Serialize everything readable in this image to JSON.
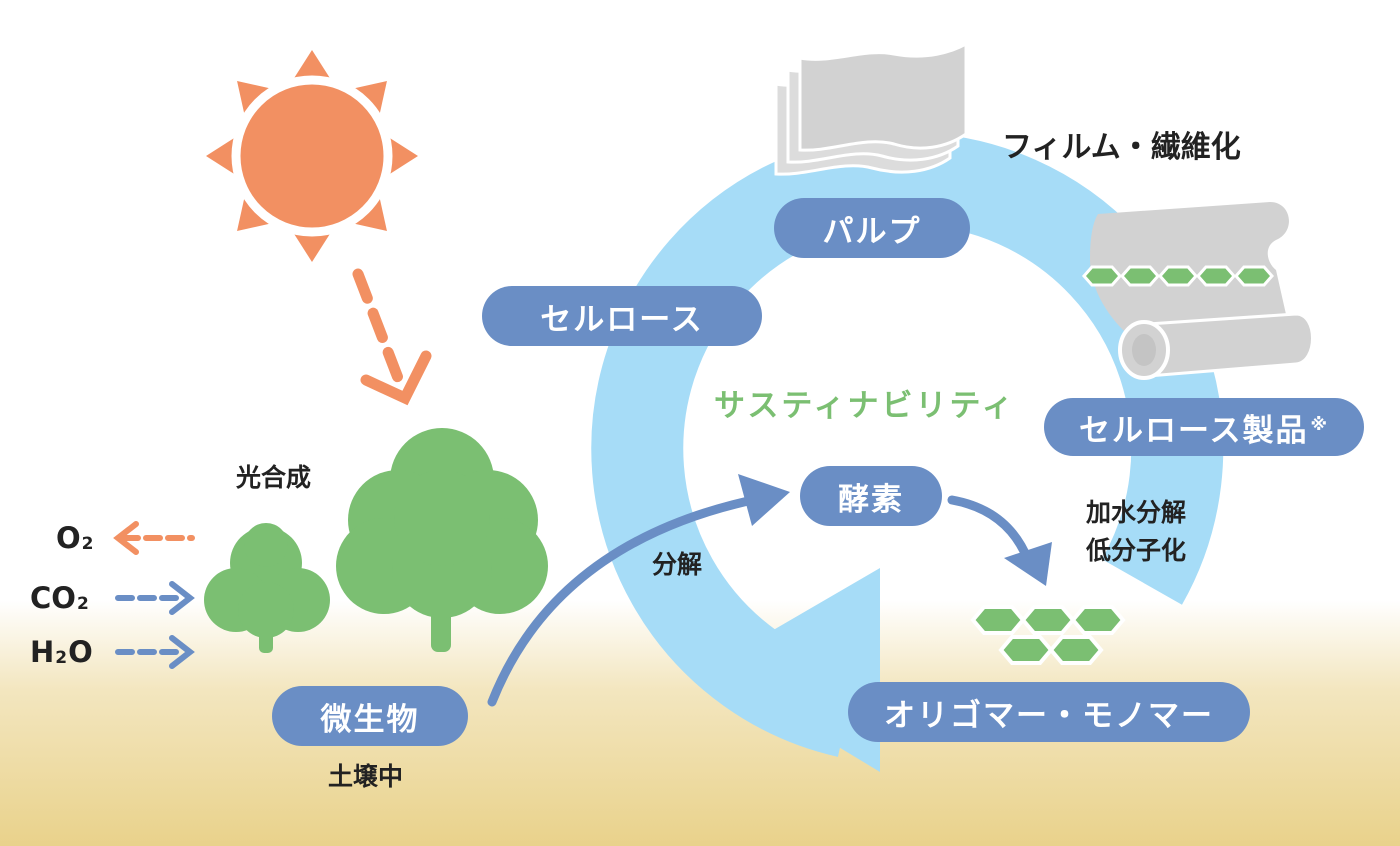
{
  "labels": {
    "film_fiber": "フィルム・繊維化",
    "photosynthesis": "光合成",
    "decomposition": "分解",
    "hydrolysis_line1": "加水分解",
    "hydrolysis_line2": "低分子化",
    "soil": "土壌中",
    "sustainability": "サスティナビリティ"
  },
  "pills": {
    "pulp": "パルプ",
    "cellulose": "セルロース",
    "cellulose_products": "セルロース製品",
    "cellulose_products_note": "※",
    "enzyme": "酵素",
    "oligomer": "オリゴマー・モノマー",
    "microbe": "微生物"
  },
  "chemicals": {
    "o2": {
      "base": "O",
      "sub": "2"
    },
    "co2": {
      "base": "CO",
      "sub": "2"
    },
    "h2o": {
      "pre": "H",
      "sub": "2",
      "post": "O"
    }
  },
  "colors": {
    "sun": "#f29062",
    "tree": "#7bbf72",
    "cycle": "#a6dcf7",
    "pill": "#6a8ec5",
    "arrow_blue": "#6a8ec5",
    "arrow_orange": "#f29062",
    "product_gray": "#d2d2d2",
    "hexagon": "#7bbf72",
    "soil": "#e9d28b"
  },
  "icons": [
    "sun-icon",
    "small-tree-icon",
    "large-tree-icon",
    "paper-stack-icon",
    "fiber-roll-icon",
    "hexagon-chain-icon",
    "hexagon-cluster-icon"
  ]
}
